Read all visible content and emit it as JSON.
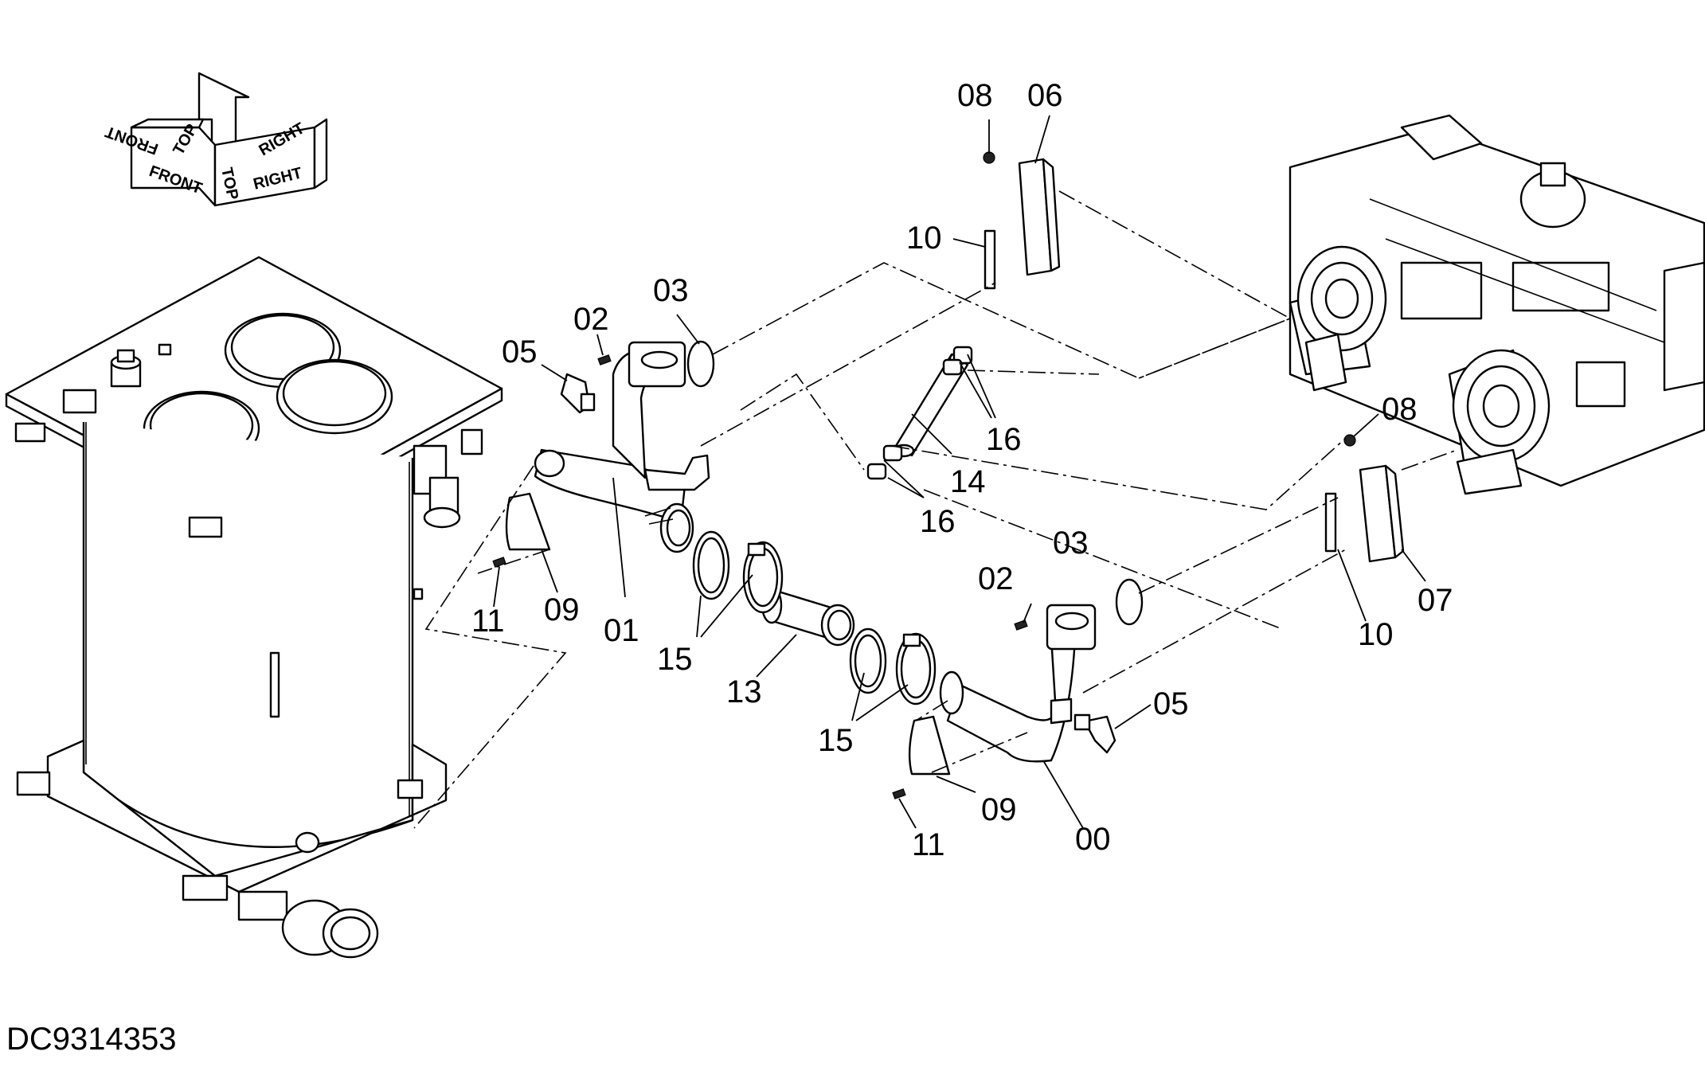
{
  "drawing_number": "DC9314353",
  "orientation": {
    "front": "FRONT",
    "top": "TOP",
    "right": "RIGHT"
  },
  "callouts": {
    "c00": "00",
    "c01": "01",
    "c02a": "02",
    "c02b": "02",
    "c03a": "03",
    "c03b": "03",
    "c05a": "05",
    "c05b": "05",
    "c06": "06",
    "c07": "07",
    "c08a": "08",
    "c08b": "08",
    "c09a": "09",
    "c09b": "09",
    "c10a": "10",
    "c10b": "10",
    "c11a": "11",
    "c11b": "11",
    "c13": "13",
    "c14": "14",
    "c15a": "15",
    "c15b": "15",
    "c16a": "16",
    "c16b": "16"
  }
}
